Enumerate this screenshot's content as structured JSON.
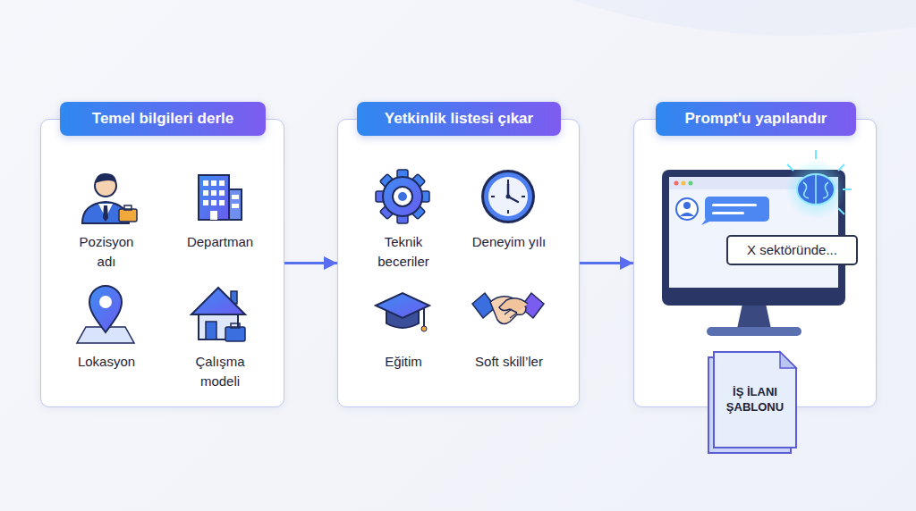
{
  "diagram": {
    "nodes": [
      {
        "text": [
          "Temel bilgileri derle",
          "Pozisyon adı",
          "Departman",
          "Lokasyon",
          "Çalışma modeli"
        ]
      },
      {
        "text": [
          "Yetkinlik listesi çıkar",
          "Teknik beceriler",
          "Deneyim yılı",
          "Eğitim",
          "Soft skill’ler"
        ]
      },
      {
        "text": [
          "Prompt'u yapılandır"
        ]
      },
      {
        "text": [
          "X sektöründe..."
        ],
        "in": 2
      },
      {
        "text": [
          "İŞ İLANI ŞABLONU"
        ],
        "in": 2
      }
    ],
    "edges": [
      {
        "from": 0,
        "to": 1,
        "arrow": "to"
      },
      {
        "from": 1,
        "to": 2,
        "arrow": "to"
      }
    ]
  }
}
